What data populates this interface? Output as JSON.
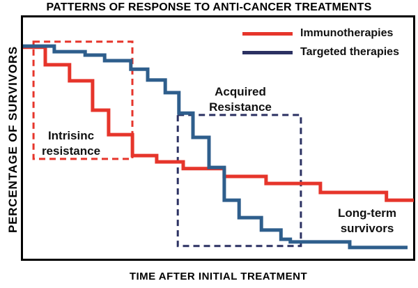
{
  "chart_data": {
    "type": "line",
    "subtype": "step-survival",
    "title": "PATTERNS OF RESPONSE TO ANTI-CANCER TREATMENTS",
    "xlabel": "TIME AFTER INITIAL TREATMENT",
    "ylabel": "PERCENTAGE OF SURVIVORS",
    "x_range": [
      0,
      100
    ],
    "y_range": [
      0,
      100
    ],
    "grid": false,
    "axis_tick_labels": "none",
    "legend_position": "top-right-inside",
    "series": [
      {
        "name": "Immunotherapies",
        "color": "#e6352b",
        "end_x": 100,
        "points": [
          [
            0,
            87.4
          ],
          [
            5.7,
            80.2
          ],
          [
            11.9,
            73.6
          ],
          [
            17.8,
            61.5
          ],
          [
            21.9,
            51.4
          ],
          [
            28.0,
            42.8
          ],
          [
            34.2,
            40.2
          ],
          [
            41.0,
            37.4
          ],
          [
            51.5,
            34.2
          ],
          [
            62.2,
            31.3
          ],
          [
            76.1,
            27.6
          ],
          [
            93.0,
            24.4
          ]
        ]
      },
      {
        "name": "Targeted therapies",
        "color": "#2e5e8c",
        "end_x": 98.4,
        "points": [
          [
            0,
            87.9
          ],
          [
            8.0,
            85.6
          ],
          [
            15.9,
            84.2
          ],
          [
            20.9,
            81.9
          ],
          [
            27.6,
            78.4
          ],
          [
            31.9,
            73.9
          ],
          [
            36.4,
            68.7
          ],
          [
            39.9,
            60.3
          ],
          [
            43.5,
            50.3
          ],
          [
            47.6,
            37.9
          ],
          [
            51.5,
            24.4
          ],
          [
            55.3,
            17.2
          ],
          [
            61.0,
            12.1
          ],
          [
            66.0,
            8.3
          ],
          [
            68.4,
            7.2
          ],
          [
            83.6,
            4.9
          ]
        ]
      }
    ],
    "regions": [
      {
        "id": "intrinsic-resistance-box",
        "color": "#e6352b",
        "x": [
          2.7,
          28.0
        ],
        "y": [
          41.4,
          89.7
        ],
        "style": "dashed"
      },
      {
        "id": "acquired-resistance-box",
        "color": "#2b3162",
        "x": [
          39.6,
          71.1
        ],
        "y": [
          5.5,
          59.5
        ],
        "style": "dashed"
      }
    ],
    "annotations": [
      {
        "id": "intrinsic",
        "lines": [
          "Intrisinc",
          "resistance"
        ],
        "x": 12.3,
        "y": 47.7
      },
      {
        "id": "acquired",
        "lines": [
          "Acquired",
          "Resistance"
        ],
        "x": 55.6,
        "y": 65.8
      },
      {
        "id": "longterm",
        "lines": [
          "Long-term",
          "survivors"
        ],
        "x": 88.1,
        "y": 15.8
      }
    ]
  },
  "legend": [
    {
      "label": "Immunotherapies",
      "color": "#e6352b"
    },
    {
      "label": "Targeted therapies",
      "color": "#2b3162"
    }
  ],
  "colors": {
    "immunotherapy_red": "#e6352b",
    "targeted_curve_blue": "#2e5e8c",
    "dark_navy": "#2b3162",
    "axis_black": "#000000",
    "background": "#ffffff"
  }
}
